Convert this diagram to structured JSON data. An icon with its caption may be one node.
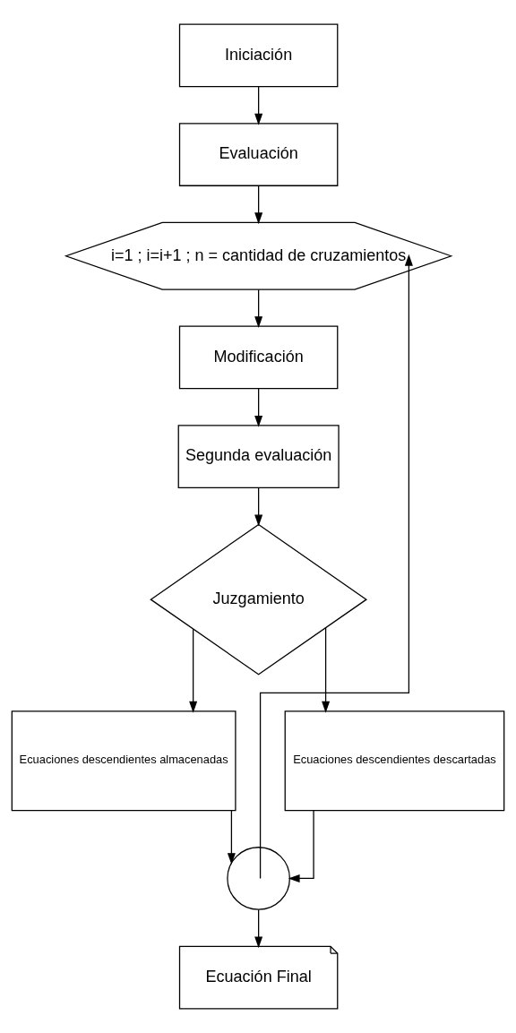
{
  "diagram": {
    "nodes": [
      {
        "text": [
          "Iniciación"
        ]
      },
      {
        "text": [
          "Evaluación"
        ]
      },
      {
        "text": [
          "i=1 ; i=i+1 ; n = cantidad de cruzamientos"
        ]
      },
      {
        "text": [
          "Modificación"
        ]
      },
      {
        "text": [
          "Segunda evaluación"
        ]
      },
      {
        "text": [
          "Juzgamiento"
        ]
      },
      {
        "text": [
          "Ecuaciones descendientes almacenadas"
        ]
      },
      {
        "text": [
          "Ecuaciones descendientes descartadas"
        ]
      },
      {
        "text": [],
        "shape": "circle"
      },
      {
        "text": [
          "Ecuación Final"
        ]
      }
    ],
    "edges": [
      {
        "from": 0,
        "to": 1,
        "arrow": "to"
      },
      {
        "from": 1,
        "to": 2,
        "arrow": "to"
      },
      {
        "from": 2,
        "to": 3,
        "arrow": "to"
      },
      {
        "from": 3,
        "to": 4,
        "arrow": "to"
      },
      {
        "from": 4,
        "to": 5,
        "arrow": "to"
      },
      {
        "from": 5,
        "to": 6,
        "arrow": "to"
      },
      {
        "from": 5,
        "to": 7,
        "arrow": "to"
      },
      {
        "from": 6,
        "to": 8,
        "arrow": "to"
      },
      {
        "from": 7,
        "to": 8,
        "arrow": "to"
      },
      {
        "from": 8,
        "to": 2,
        "arrow": "to"
      },
      {
        "from": 8,
        "to": 9,
        "arrow": "to"
      }
    ]
  }
}
